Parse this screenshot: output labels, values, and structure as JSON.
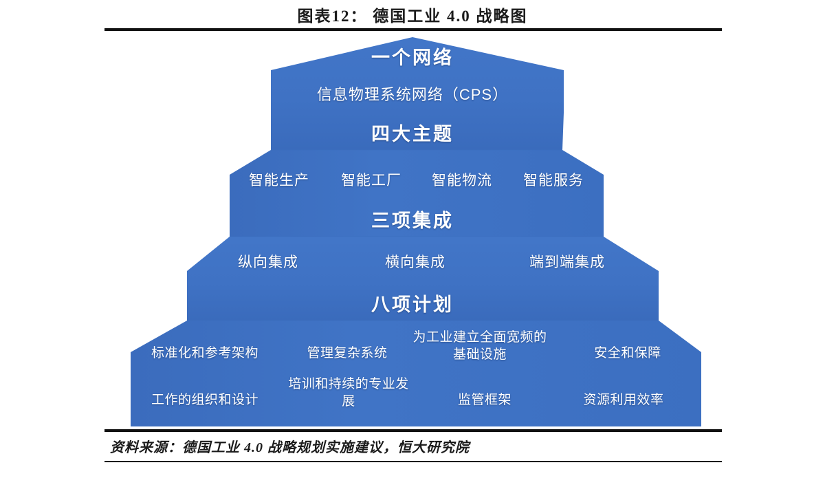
{
  "figure": {
    "title": "图表12：  德国工业 4.0 战略图",
    "source": "资料来源：德国工业 4.0 战略规划实施建议，恒大研究院"
  },
  "colors": {
    "pyramid_blue": "#3f72c4",
    "pyramid_blue_dark": "#3566b3",
    "label_text": "#ffffff",
    "rule": "#111111",
    "background": "#ffffff"
  },
  "pyramid": {
    "levels": [
      {
        "index": 1,
        "heading": "一个网络",
        "items": [
          "信息物理系统网络（CPS）"
        ]
      },
      {
        "index": 2,
        "heading": "四大主题",
        "items": [
          "智能生产",
          "智能工厂",
          "智能物流",
          "智能服务"
        ]
      },
      {
        "index": 3,
        "heading": "三项集成",
        "items": [
          "纵向集成",
          "横向集成",
          "端到端集成"
        ]
      },
      {
        "index": 4,
        "heading": "八项计划",
        "items": [
          "标准化和参考架构",
          "管理复杂系统",
          "为工业建立全面宽频的基础设施",
          "安全和保障",
          "工作的组织和设计",
          "培训和持续的专业发展",
          "监管框架",
          "资源利用效率"
        ]
      }
    ]
  }
}
